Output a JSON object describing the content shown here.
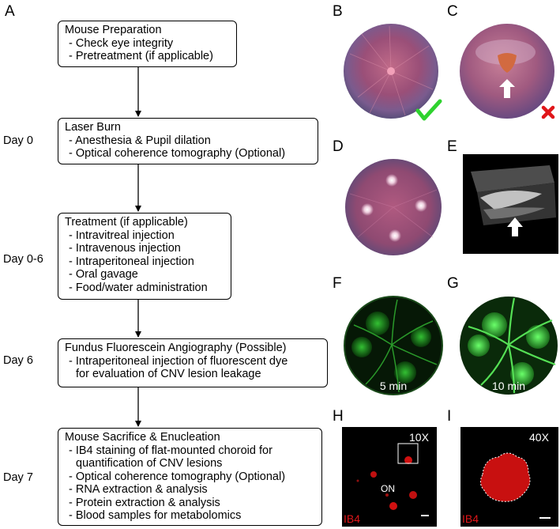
{
  "panels": {
    "A": "A",
    "B": "B",
    "C": "C",
    "D": "D",
    "E": "E",
    "F": "F",
    "G": "G",
    "H": "H",
    "I": "I"
  },
  "days": [
    "Day 0",
    "Day 0-6",
    "Day 6",
    "Day 7"
  ],
  "boxes": [
    {
      "title": "Mouse Preparation",
      "items": [
        "Check eye integrity",
        "Pretreatment (if applicable)"
      ]
    },
    {
      "title": "Laser Burn",
      "items": [
        "Anesthesia & Pupil dilation",
        "Optical coherence tomography (Optional)"
      ]
    },
    {
      "title": "Treatment (if applicable)",
      "items": [
        "Intravitreal injection",
        "Intravenous injection",
        "Intraperitoneal injection",
        "Oral gavage",
        "Food/water administration"
      ]
    },
    {
      "title": "Fundus Fluorescein Angiography (Possible)",
      "items": [
        "Intraperitoneal injection of fluorescent dye"
      ],
      "continuation": "for evaluation of CNV lesion leakage"
    },
    {
      "title": "Mouse Sacrifice & Enucleation",
      "items": [
        "IB4 staining of flat-mounted choroid for",
        "Optical coherence tomography (Optional)",
        "RNA extraction & analysis",
        "Protein extraction & analysis",
        "Blood samples for metabolomics"
      ],
      "continuation": "quantification of CNV lesions"
    }
  ],
  "images": {
    "F_label": "5 min",
    "G_label": "10 min",
    "H_mag": "10X",
    "H_stain": "IB4",
    "H_on": "ON",
    "I_mag": "40X",
    "I_stain": "IB4"
  },
  "colors": {
    "check": "#2fd22f",
    "cross": "#e0161a",
    "fluorescein": "#22c022",
    "ib4": "#e01010"
  },
  "icons": {
    "B": "check-mark-icon",
    "C": "cross-mark-icon",
    "C_arrow": "up-arrow-icon",
    "E_arrow": "up-arrow-icon"
  }
}
